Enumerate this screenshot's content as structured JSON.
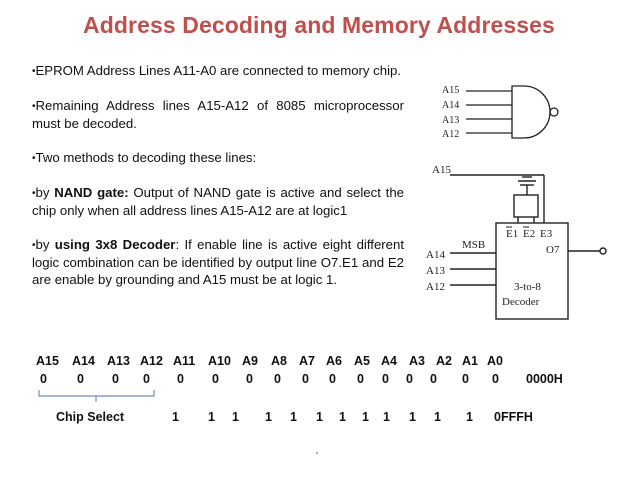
{
  "title": "Address Decoding and Memory Addresses",
  "bullets": [
    {
      "bullet": "•",
      "prefix": "",
      "bold": "",
      "text": "EPROM Address Lines A11-A0 are connected to memory chip."
    },
    {
      "bullet": "•",
      "prefix": "",
      "bold": "",
      "text": "Remaining Address lines A15-A12 of 8085 microprocessor must be decoded."
    },
    {
      "bullet": "•",
      "prefix": "",
      "bold": "",
      "text": "Two methods to decoding these lines:"
    },
    {
      "bullet": "•",
      "prefix": "by ",
      "bold": "NAND gate:",
      "text": " Output of NAND gate is active and select the chip only when all address lines A15-A12 are at logic1"
    },
    {
      "bullet": "•",
      "prefix": "by ",
      "bold": "using 3x8 Decoder",
      "text": ": If enable line is active eight different logic combination can be identified by output line O7.E1 and E2 are enable by grounding and A15 must be at logic 1."
    }
  ],
  "nand_figure": {
    "inputs": [
      "A15",
      "A14",
      "A13",
      "A12"
    ]
  },
  "decoder_figure": {
    "top_input": "A15",
    "msb_label": "MSB",
    "left_inputs": [
      "A14",
      "A13",
      "A12"
    ],
    "enables": [
      "E1",
      "E2",
      "E3"
    ],
    "output": "O7",
    "body_label_1": "3-to-8",
    "body_label_2": "Decoder"
  },
  "address_table": {
    "headers": [
      "A15",
      "A14",
      "A13",
      "A12",
      "A11",
      "A10",
      "A9",
      "A8",
      "A7",
      "A6",
      "A5",
      "A4",
      "A3",
      "A2",
      "A1",
      "A0"
    ],
    "start_bits": [
      "0",
      "0",
      "0",
      "0",
      "0",
      "0",
      "0",
      "0",
      "0",
      "0",
      "0",
      "0",
      "0",
      "0",
      "0",
      "0"
    ],
    "start_address": "0000H",
    "chip_select_label": "Chip Select",
    "end_bits": [
      "1",
      "1",
      "1",
      "1",
      "1",
      "1",
      "1",
      "1",
      "1",
      "1",
      "1",
      "1"
    ],
    "end_address": "0FFFH"
  }
}
